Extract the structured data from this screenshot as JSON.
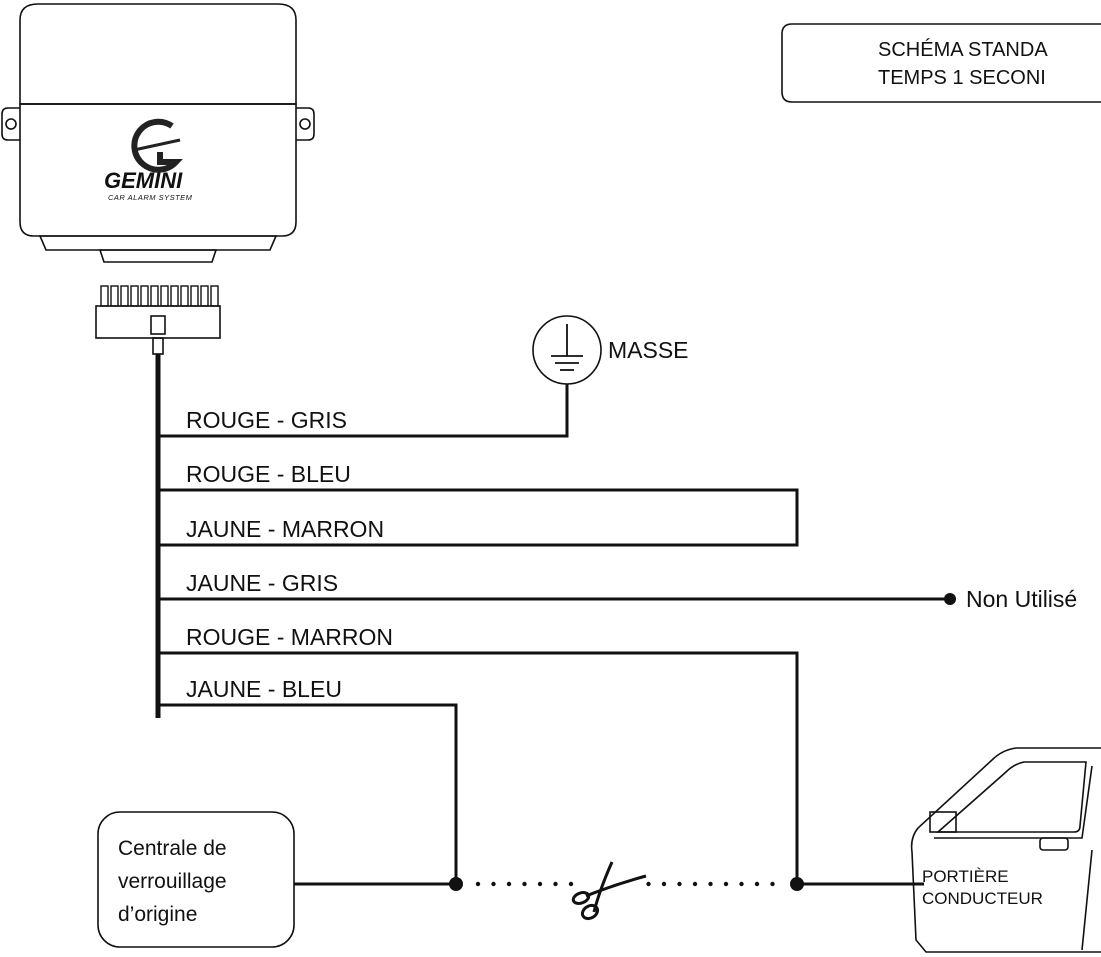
{
  "header_box": {
    "line1": "SCHÉMA STANDA",
    "line2": "TEMPS 1 SECONI"
  },
  "module": {
    "brand": "GEMINI",
    "tagline": "CAR ALARM SYSTEM"
  },
  "ground": {
    "label": "MASSE"
  },
  "wires": {
    "rouge_gris": "ROUGE - GRIS",
    "rouge_bleu": "ROUGE - BLEU",
    "jaune_marron": "JAUNE - MARRON",
    "jaune_gris": "JAUNE - GRIS",
    "rouge_marron": "ROUGE - MARRON",
    "jaune_bleu": "JAUNE - BLEU"
  },
  "not_used": "Non Utilisé",
  "central_box": {
    "line1": "Centrale de",
    "line2": "verrouillage",
    "line3": "d’origine"
  },
  "door": {
    "line1": "PORTIÈRE",
    "line2": "CONDUCTEUR"
  }
}
